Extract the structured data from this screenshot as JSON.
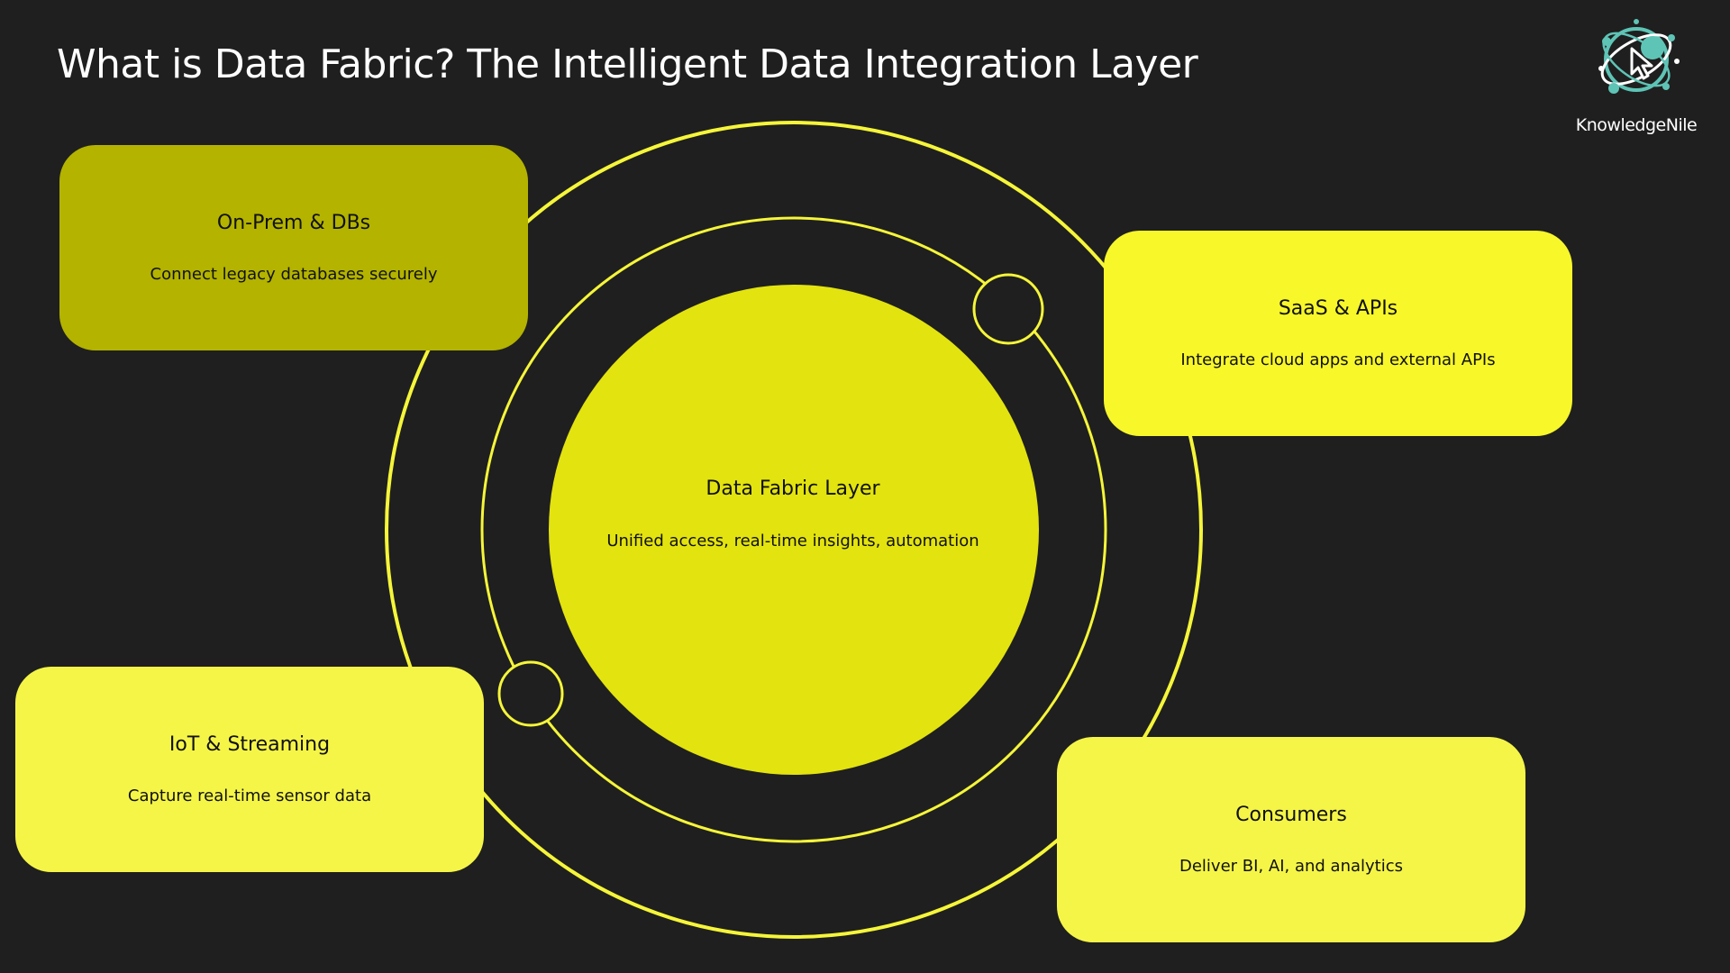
{
  "title": "What is Data Fabric? The Intelligent Data Integration Layer",
  "logo": {
    "text": "KnowledgeNile",
    "icon": "globe-cursor-icon"
  },
  "center": {
    "title": "Data Fabric Layer",
    "description": "Unified access, real-time insights, automation"
  },
  "cards": [
    {
      "title": "On-Prem & DBs",
      "description": "Connect legacy databases securely"
    },
    {
      "title": "SaaS & APIs",
      "description": "Integrate cloud apps and external APIs"
    },
    {
      "title": "IoT & Streaming",
      "description": "Capture real-time sensor data"
    },
    {
      "title": "Consumers",
      "description": "Deliver BI, AI, and analytics"
    }
  ],
  "colors": {
    "background": "#1f1f1f",
    "accent": "#e3e30f",
    "ring": "#f5f53a",
    "card_dark": "#b3b300",
    "card_light": "#f5f548"
  }
}
